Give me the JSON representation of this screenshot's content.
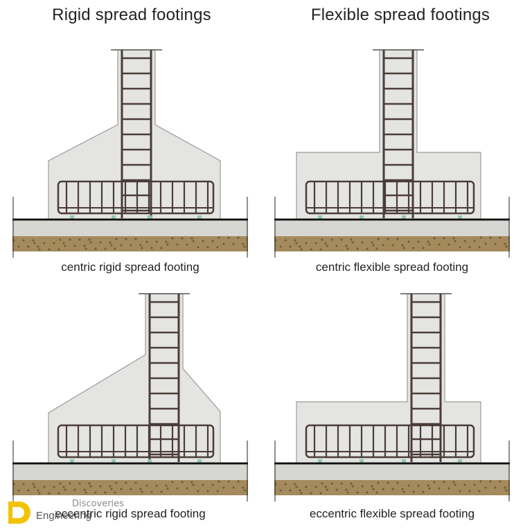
{
  "titles": {
    "rigid": "Rigid spread footings",
    "flexible": "Flexible spread footings"
  },
  "panels": [
    {
      "caption": "centric rigid spread footing",
      "type": "rigid",
      "position": "centric"
    },
    {
      "caption": "centric flexible spread footing",
      "type": "flexible",
      "position": "centric"
    },
    {
      "caption": "eccentric rigid spread footing",
      "type": "rigid",
      "position": "eccentric"
    },
    {
      "caption": "eccentric flexible spread footing",
      "type": "flexible",
      "position": "eccentric"
    }
  ],
  "watermark": {
    "line1": "Discoveries",
    "line2": "Engineering"
  },
  "colors": {
    "concrete": "#e4e4e2",
    "rebar": "#4a3c38",
    "soil": "#a48a5c",
    "gravel": "#d6d6d2",
    "logo": "#f2c200"
  }
}
